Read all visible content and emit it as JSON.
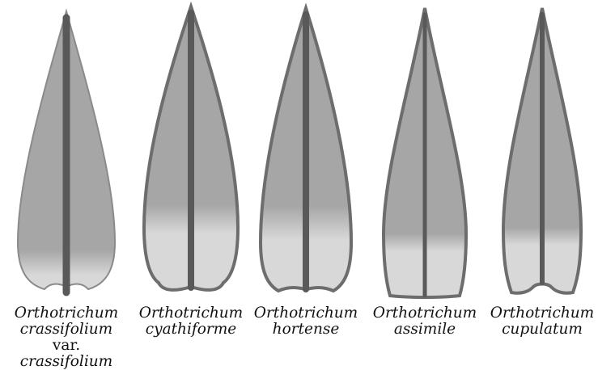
{
  "colors": {
    "outline": "#6d6d6d",
    "blade": "#a6a6a6",
    "base": "#d6d6d6",
    "costa": "#595959"
  },
  "leaves": [
    {
      "id": "crassifolium",
      "genus": "Orthotrichum",
      "species": "crassifolium",
      "rank": "var.",
      "variety": "crassifolium"
    },
    {
      "id": "cyathiforme",
      "genus": "Orthotrichum",
      "species": "cyathiforme"
    },
    {
      "id": "hortense",
      "genus": "Orthotrichum",
      "species": "hortense"
    },
    {
      "id": "assimile",
      "genus": "Orthotrichum",
      "species": "assimile"
    },
    {
      "id": "cupulatum",
      "genus": "Orthotrichum",
      "species": "cupulatum"
    }
  ]
}
